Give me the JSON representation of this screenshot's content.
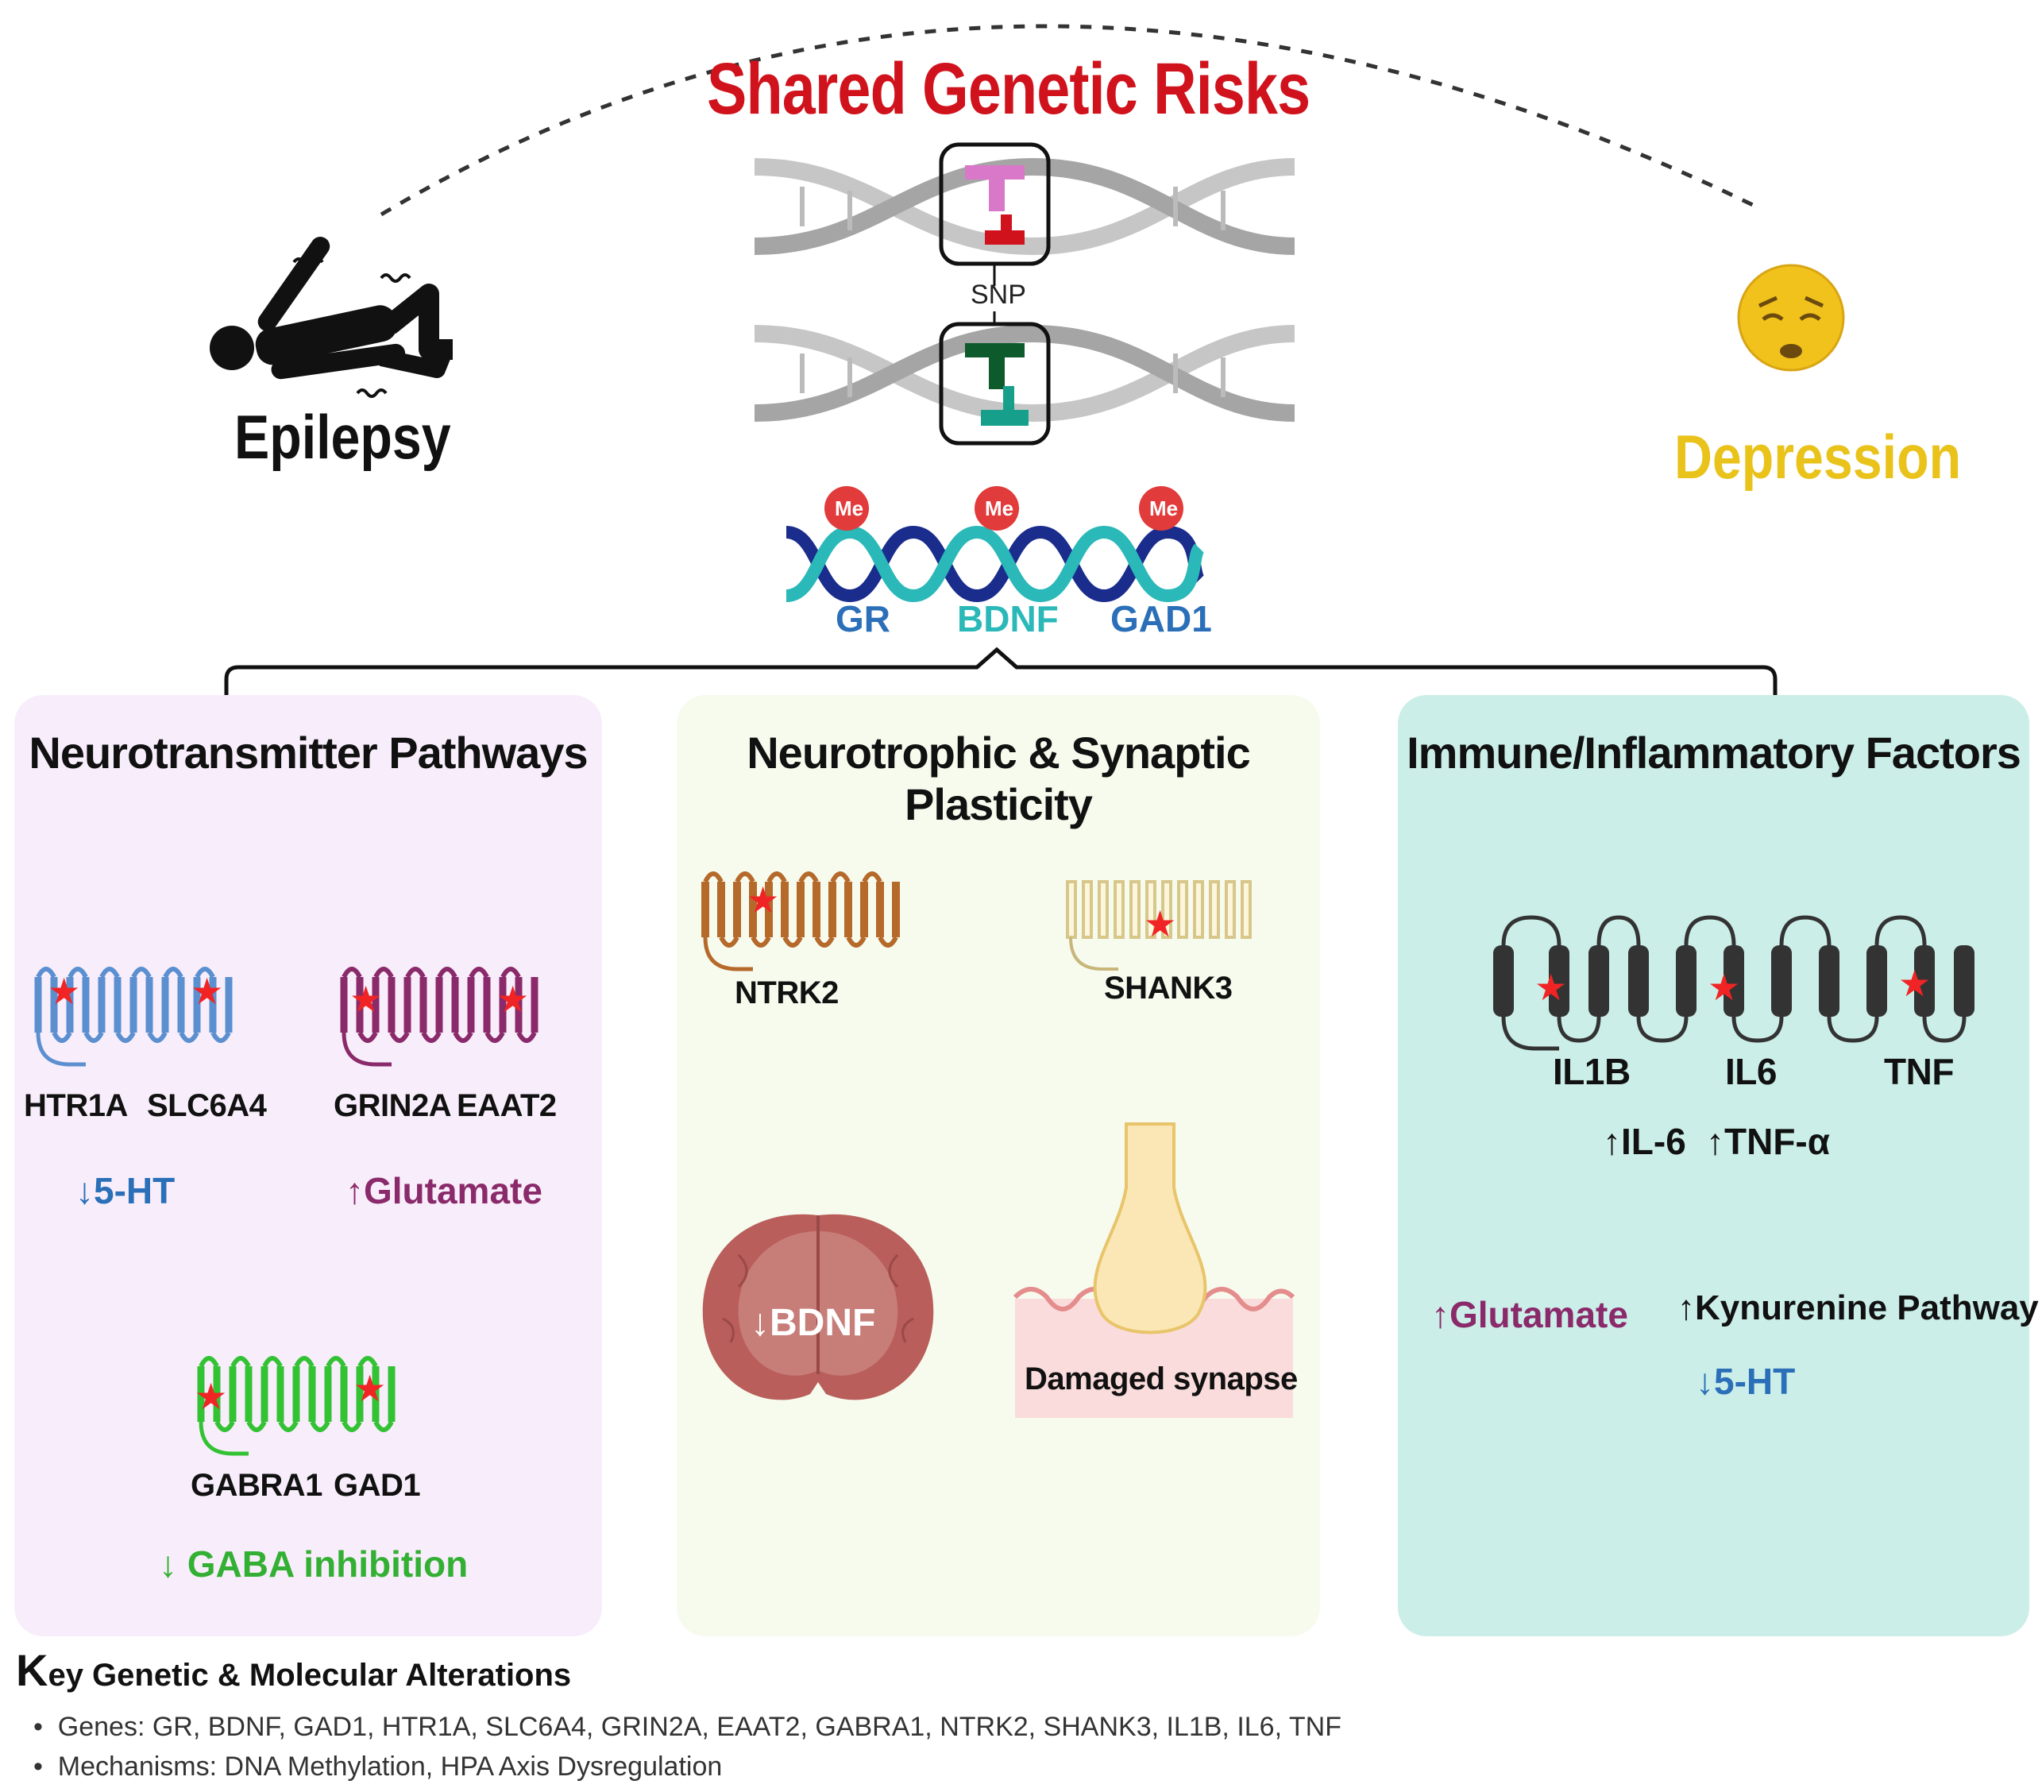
{
  "title": "Shared Genetic Risks",
  "snp_label": "SNP",
  "epilepsy_label": "Epilepsy",
  "depression_label": "Depression",
  "methylation": {
    "me_label": "Me",
    "genes": [
      "GR",
      "BDNF",
      "GAD1"
    ]
  },
  "panels": {
    "neurotransmitter": {
      "title": "Neurotransmitter Pathways",
      "genes": [
        "HTR1A",
        "SLC6A4",
        "GRIN2A",
        "EAAT2",
        "GABRA1",
        "GAD1"
      ],
      "effects": [
        "↓5-HT",
        "↑Glutamate",
        "↓ GABA inhibition"
      ]
    },
    "neurotrophic": {
      "title": "Neurotrophic & Synaptic Plasticity",
      "genes": [
        "NTRK2",
        "SHANK3"
      ],
      "brain_label": "↓BDNF",
      "synapse_label": "Damaged synapse"
    },
    "immune": {
      "title": "Immune/Inflammatory Factors",
      "genes": [
        "IL1B",
        "IL6",
        "TNF"
      ],
      "effects": [
        "↑IL-6",
        "↑TNF-α",
        "↑Glutamate",
        "↑Kynurenine Pathway",
        "↓5-HT"
      ]
    }
  },
  "key": {
    "first_letter": "K",
    "rest": "ey Genetic & Molecular Alterations",
    "items": [
      "Genes: GR, BDNF, GAD1, HTR1A, SLC6A4, GRIN2A, EAAT2, GABRA1, NTRK2, SHANK3, IL1B, IL6, TNF",
      "Mechanisms: DNA Methylation, HPA Axis Dysregulation"
    ]
  },
  "colors": {
    "title_red": "#d0121c",
    "depression_yellow": "#e9c21a",
    "blue": "#2a6fb8",
    "purple": "#8a2a6a",
    "green": "#33b033",
    "teal": "#2ab8b8",
    "navy": "#1a2c8c"
  }
}
